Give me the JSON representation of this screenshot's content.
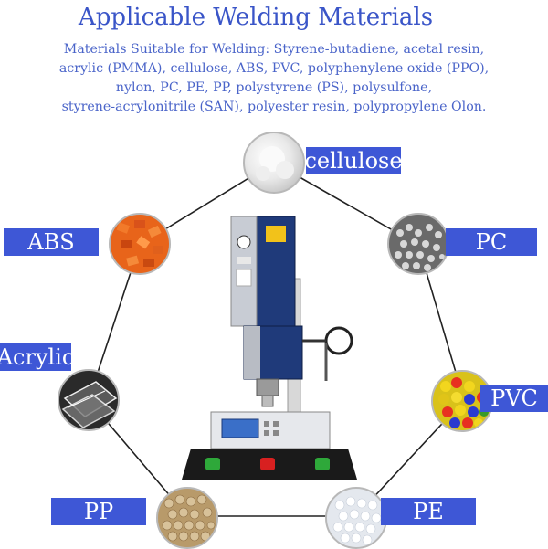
{
  "title": "Applicable Welding Materials",
  "description": {
    "line1": "Materials Suitable for Welding: Styrene-butadiene, acetal resin,",
    "line2": "acrylic (PMMA), cellulose, ABS, PVC, polyphenylene oxide (PPO),",
    "line3": "nylon, PC, PE, PP, polystyrene (PS), polysulfone,",
    "line4": "styrene-acrylonitrile (SAN), polyester resin, polypropylene Olon."
  },
  "materials": {
    "cellulose": "cellulose",
    "abs": "ABS",
    "pc": "PC",
    "acrylic": "Acrylic",
    "pvc": "PVC",
    "pp": "PP",
    "pe": "PE"
  },
  "colors": {
    "title": "#3a55c8",
    "label_bg": "#3e57d6",
    "label_text": "#ffffff",
    "machine_blue": "#1f3a7a"
  },
  "icons": [
    "ultrasonic-welding-machine-image",
    "cellulose-powder-image",
    "abs-pellets-image",
    "pc-pellets-image",
    "acrylic-sheets-image",
    "pvc-pellets-image",
    "pp-pellets-image",
    "pe-pellets-image"
  ]
}
